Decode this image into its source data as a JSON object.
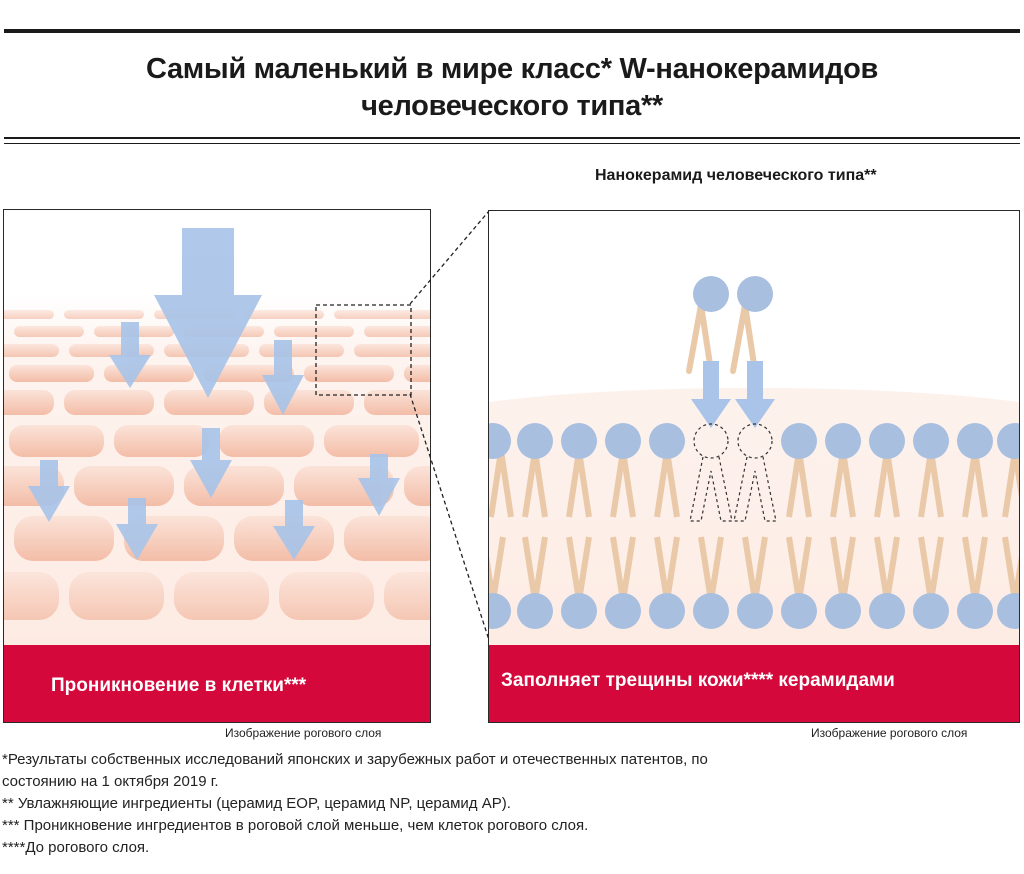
{
  "title": {
    "line1": "Самый маленький в мире класс* W-нанокерамидов",
    "line2": "человеческого типа**"
  },
  "zoom_label": "Нанокерамид человеческого типа**",
  "left_panel": {
    "banner": "Проникновение в клетки***",
    "caption": "Изображение рогового слоя"
  },
  "right_panel": {
    "banner": "Заполняет трещины кожи**** керамидами",
    "caption": "Изображение рогового слоя"
  },
  "footnotes": [
    "*Результаты собственных исследований японских и зарубежных работ и отечественных патентов, по",
    "состоянию на 1 октября 2019 г.",
    "** Увлажняющие ингредиенты (церамид EOP, церамид NP, церамид AP).",
    "*** Проникновение ингредиентов в роговой слой меньше, чем клеток рогового слоя.",
    "****До рогового слоя."
  ],
  "colors": {
    "banner": "#d4083a",
    "arrow": "#a9c4e8",
    "lipid_head": "#a8bfe0",
    "lipid_tail": "#eac9a8",
    "cell": "#f6c9b6"
  }
}
